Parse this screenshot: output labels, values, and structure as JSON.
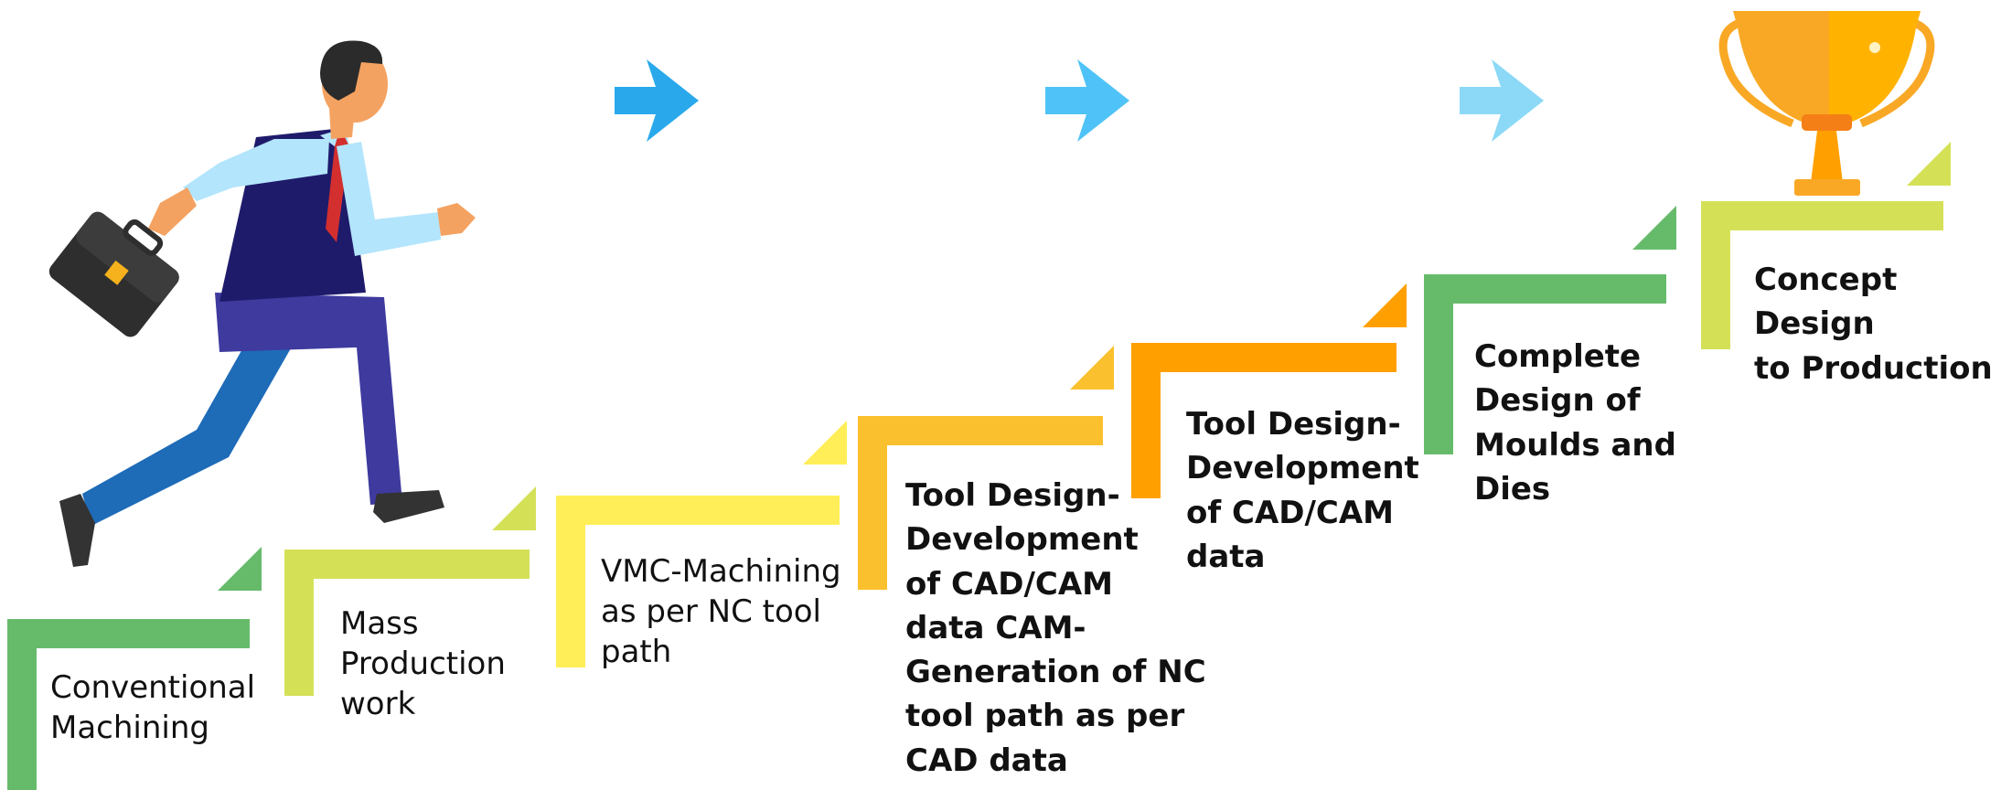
{
  "steps": [
    {
      "label": "Conventional\nMachining",
      "color": "#66bb6a",
      "bold": false
    },
    {
      "label": "Mass\nProduction\nwork",
      "color": "#d4e157",
      "bold": false
    },
    {
      "label": "VMC-Machining\nas per NC tool\npath",
      "color": "#ffee58",
      "bold": false
    },
    {
      "label": "Tool Design-\nDevelopment\nof CAD/CAM\ndata CAM-\nGeneration of NC\ntool path as per\nCAD data",
      "color": "#fbc02d",
      "bold": true
    },
    {
      "label": "Tool Design-\nDevelopment\nof CAD/CAM\ndata",
      "color": "#ffa000",
      "bold": true
    },
    {
      "label": "Complete\nDesign of\nMoulds and\nDies",
      "color": "#66bb6a",
      "bold": true
    },
    {
      "label": "Concept Design\nto Production",
      "color": "#d4e157",
      "bold": true
    }
  ],
  "arrows": [
    {
      "icon": "arrow-right-icon",
      "color": "#29a9ec"
    },
    {
      "icon": "arrow-right-icon",
      "color": "#4fc3f7"
    },
    {
      "icon": "arrow-right-icon",
      "color": "#8bd9f7"
    }
  ],
  "illustrations": {
    "person": "businessman-climbing-icon",
    "trophy": "trophy-icon",
    "trophy_color": "#f9a825"
  }
}
